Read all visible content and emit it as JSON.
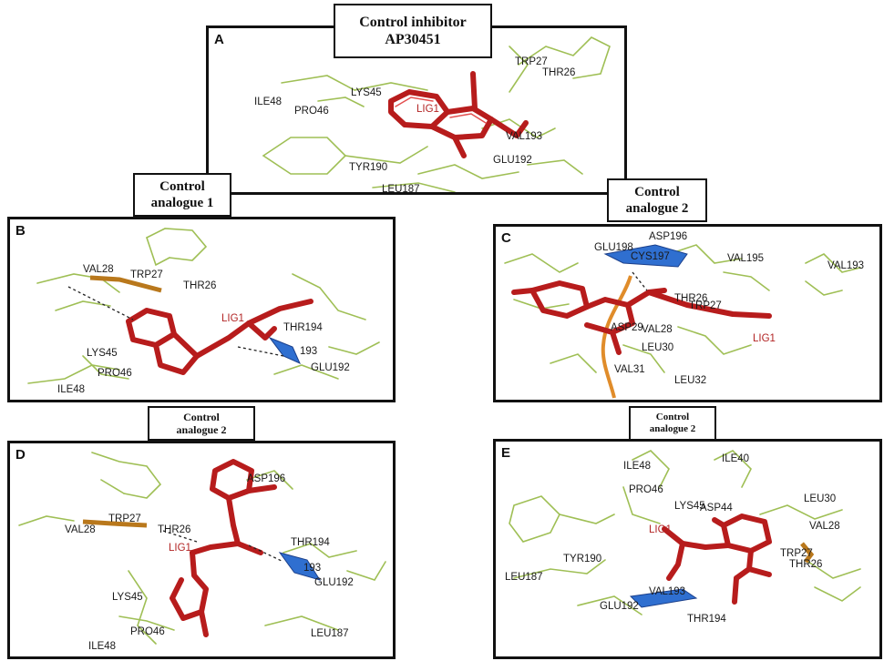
{
  "panels": {
    "A": {
      "letter": "A",
      "title_line1": "Control inhibitor",
      "title_line2": "AP30451",
      "residues": [
        "TRP27",
        "THR26",
        "LYS45",
        "ILE48",
        "PRO46",
        "VAL193",
        "TYR190",
        "GLU192",
        "LEU187"
      ],
      "ligand_label": "LIG1"
    },
    "B": {
      "letter": "B",
      "title_line1": "Control",
      "title_line2": "analogue 1",
      "residues": [
        "VAL28",
        "TRP27",
        "THR26",
        "THR194",
        "193",
        "LYS45",
        "GLU192",
        "PRO46",
        "ILE48"
      ],
      "ligand_label": "LIG1"
    },
    "C": {
      "letter": "C",
      "title_line1": "Control",
      "title_line2": "analogue 2",
      "residues": [
        "ASP196",
        "GLU198",
        "CYS197",
        "VAL195",
        "VAL193",
        "THR26",
        "TRP27",
        "ASP29",
        "VAL28",
        "LEU30",
        "VAL31",
        "LEU32"
      ],
      "ligand_label": "LIG1"
    },
    "D": {
      "letter": "D",
      "title_line1": "Control",
      "title_line2": "analogue 2",
      "residues": [
        "ASP196",
        "VAL28",
        "TRP27",
        "THR26",
        "THR194",
        "193",
        "GLU192",
        "LYS45",
        "PRO46",
        "ILE48",
        "LEU187"
      ],
      "ligand_label": "LIG1"
    },
    "E": {
      "letter": "E",
      "title_line1": "Control",
      "title_line2": "analogue 2",
      "residues": [
        "ILE40",
        "ILE48",
        "PRO46",
        "LYS45",
        "ASP44",
        "LEU30",
        "VAL28",
        "TRP27",
        "THR26",
        "TYR190",
        "LEU187",
        "VAL193",
        "GLU192",
        "THR194"
      ],
      "ligand_label": "LIG1"
    }
  },
  "colors": {
    "ligand": "#b71c1c",
    "residue_stick": "#9fbf55",
    "helix_blue": "#2f6fd0",
    "helix_brown": "#b9781c",
    "loop_orange": "#e08c2a",
    "ligand_label": "#b22424"
  }
}
